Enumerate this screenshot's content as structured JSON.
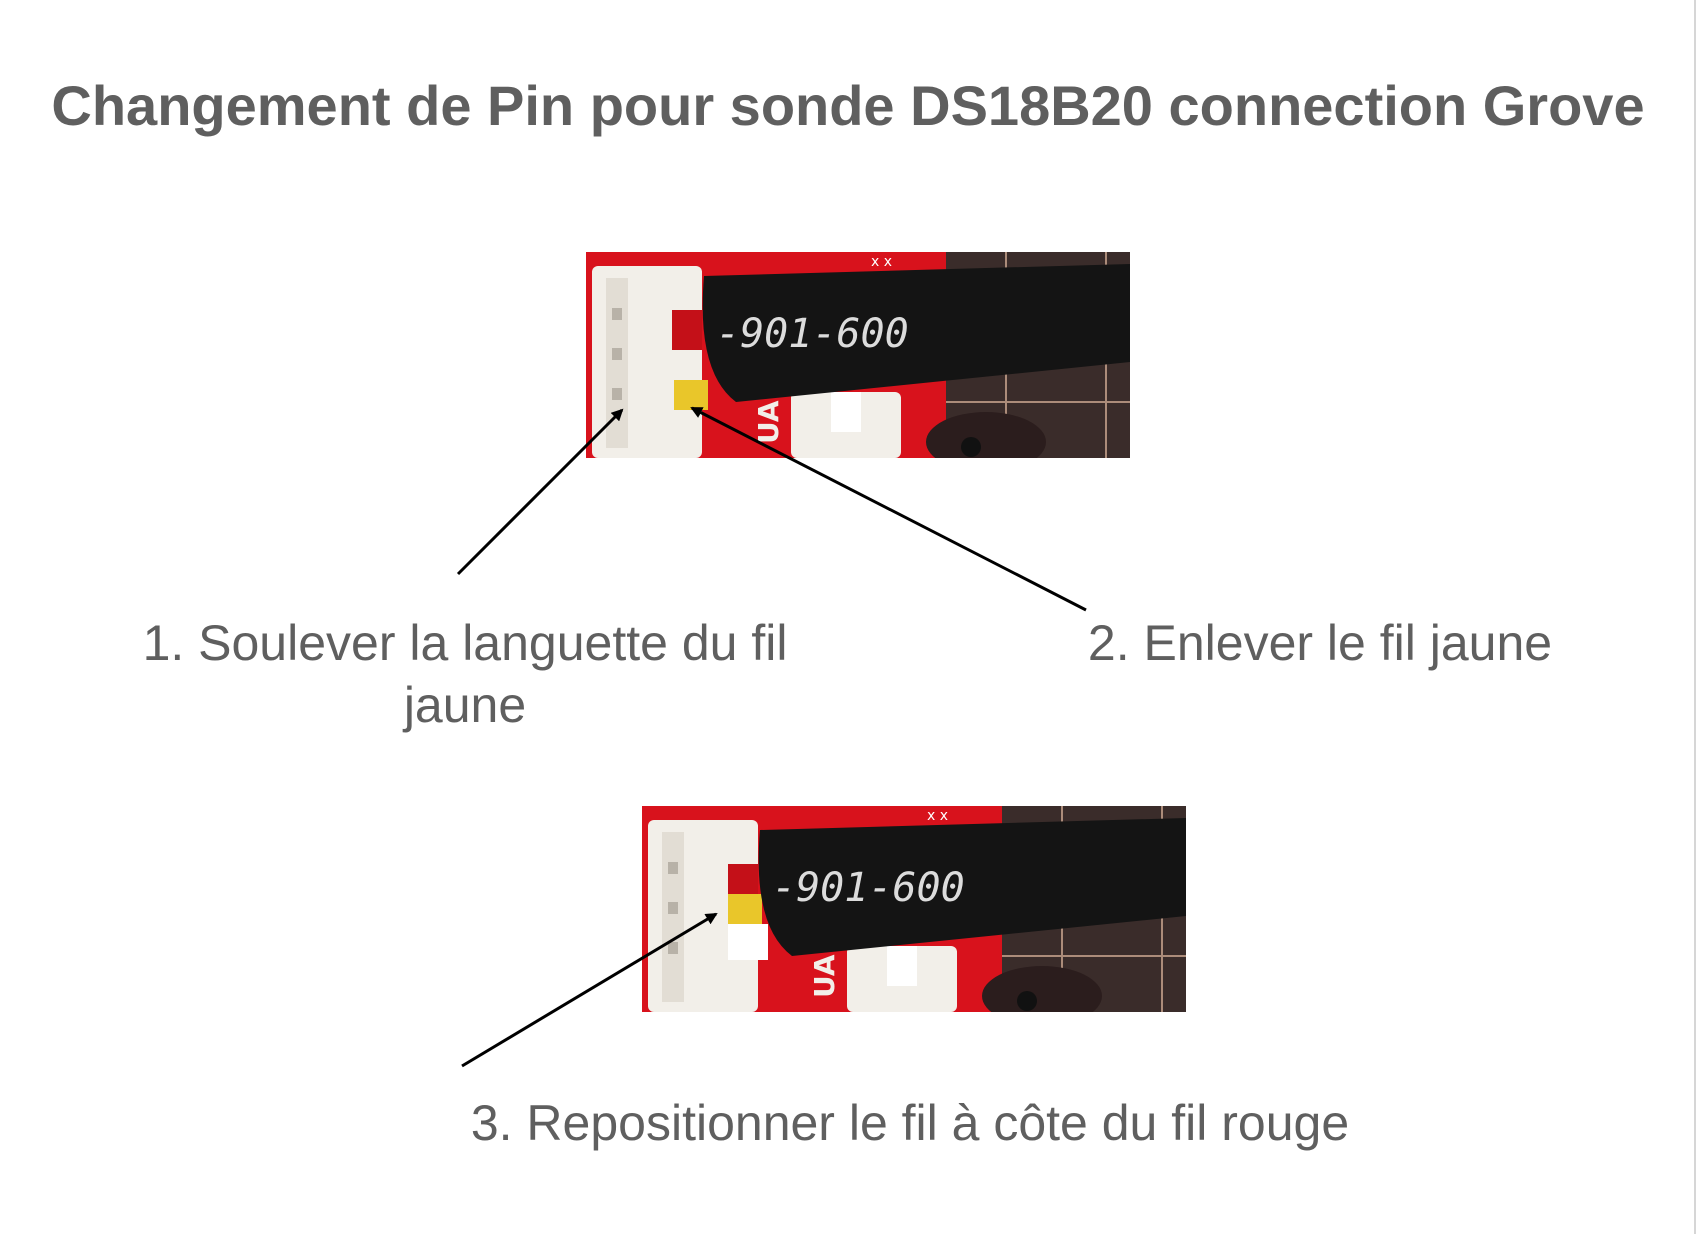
{
  "slide": {
    "title": "Changement de Pin pour sonde DS18B20 connection Grove",
    "photo_cable_print": "-901-600",
    "photo_board_print": "UA",
    "steps": [
      {
        "label": "1. Soulever la languette du fil jaune"
      },
      {
        "label": "2. Enlever le fil jaune"
      },
      {
        "label": "3. Repositionner le fil à côte du fil rouge"
      }
    ]
  },
  "colors": {
    "text": "#5f5f5f",
    "board_red": "#d8121c",
    "cable_black": "#141414",
    "connector_white": "#f2efe9",
    "wire_yellow": "#e9c62a",
    "arrow": "#000000"
  }
}
